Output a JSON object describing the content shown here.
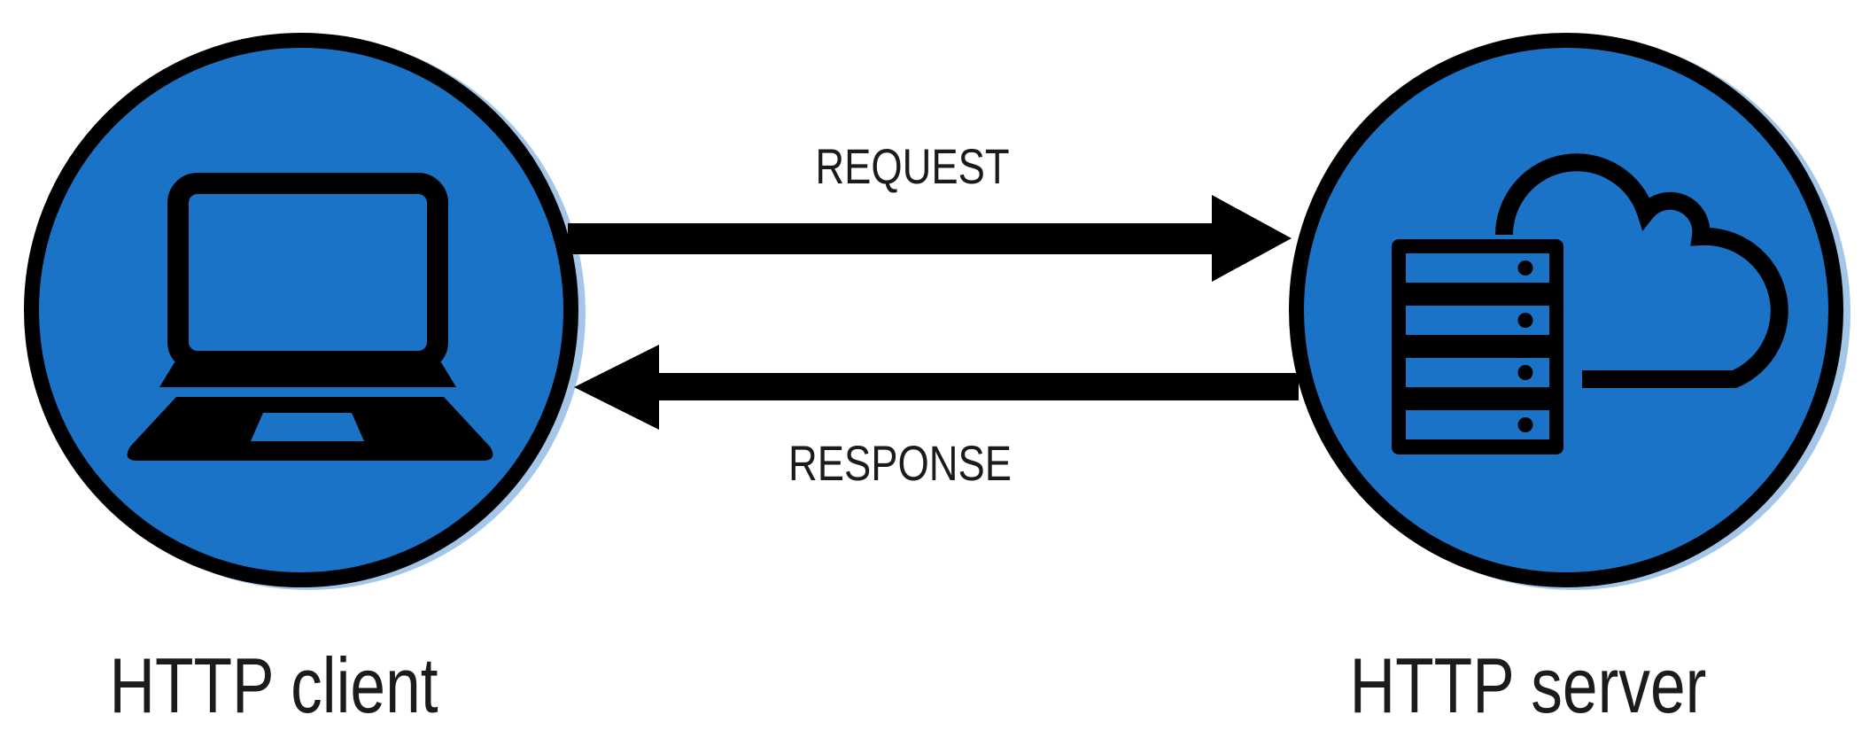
{
  "diagram": {
    "type": "client-server-communication",
    "background_color": "#ffffff",
    "node_fill_color": "#1b73c8",
    "outline_color": "#000000",
    "nodes": [
      {
        "id": "client",
        "label": "HTTP client",
        "icon": "laptop-icon"
      },
      {
        "id": "server",
        "label": "HTTP server",
        "icon": "server-cloud-icon"
      }
    ],
    "arrows": [
      {
        "id": "request",
        "label": "REQUEST",
        "from": "client",
        "to": "server",
        "direction": "right"
      },
      {
        "id": "response",
        "label": "RESPONSE",
        "from": "server",
        "to": "client",
        "direction": "left"
      }
    ]
  }
}
